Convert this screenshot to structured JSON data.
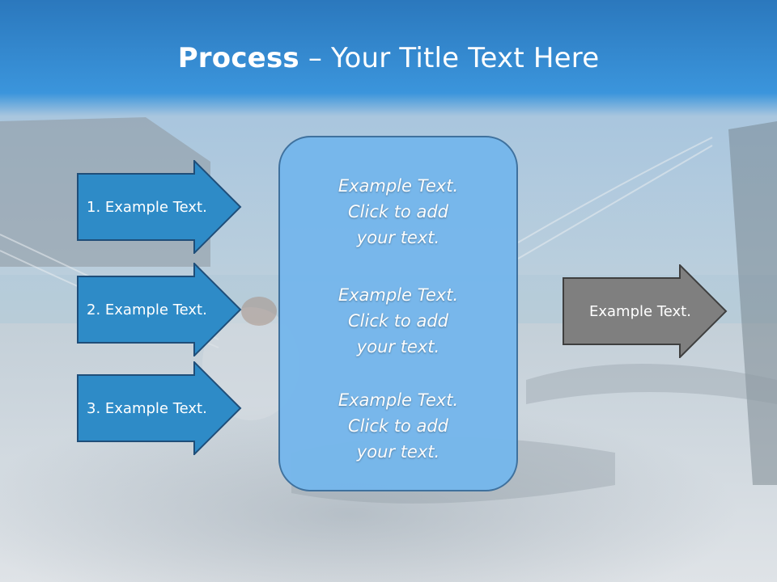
{
  "slide": {
    "title_bold": "Process",
    "title_rest": " – Your Title Text Here",
    "left_arrows": [
      {
        "label": "1. Example Text."
      },
      {
        "label": "2. Example Text."
      },
      {
        "label": "3. Example Text."
      }
    ],
    "center_blocks": [
      {
        "line1": "Example Text.",
        "line2": "Click  to add",
        "line3": "your text."
      },
      {
        "line1": "Example Text.",
        "line2": "Click  to add",
        "line3": "your text."
      },
      {
        "line1": "Example Text.",
        "line2": "Click  to add",
        "line3": "your text."
      }
    ],
    "output_arrow": {
      "label": "Example Text."
    }
  },
  "colors": {
    "arrow_blue": "#2e8bc7",
    "arrow_blue_border": "#1f4e79",
    "center_box": "#76b7ec",
    "output_arrow": "#7f7f7f",
    "header_sky": "#2f86cf"
  }
}
